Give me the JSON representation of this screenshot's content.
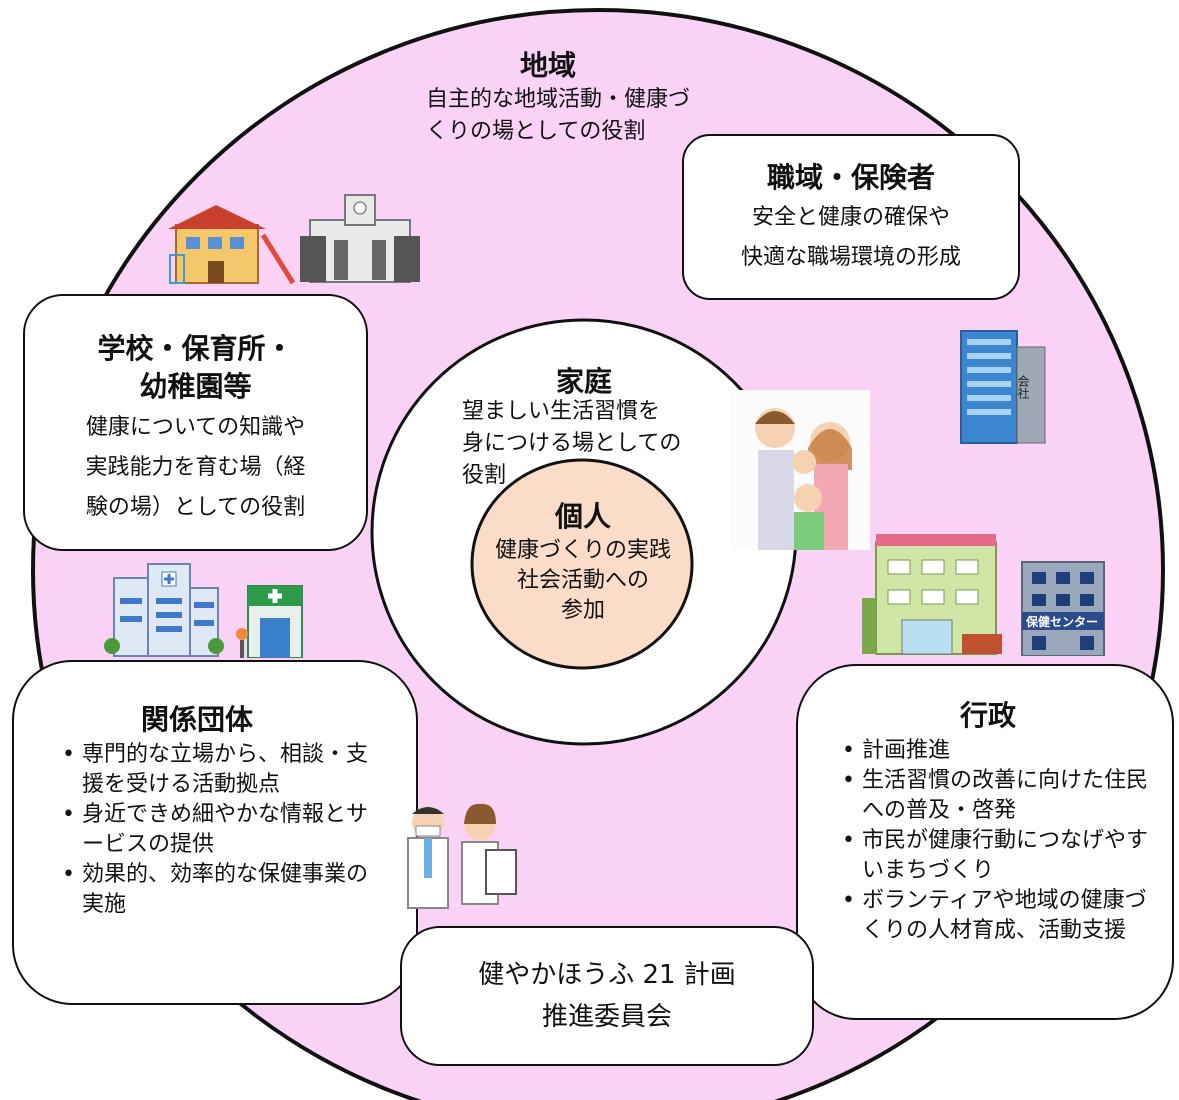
{
  "region": {
    "title": "地域",
    "description": "自主的な地域活動・健康づくりの場としての役割"
  },
  "workplace": {
    "title": "職域・保険者",
    "line1": "安全と健康の確保や",
    "line2": "快適な職場環境の形成"
  },
  "school": {
    "title_line1": "学校・保育所・",
    "title_line2": "幼稚園等",
    "line1": "健康についての知識や",
    "line2": "実践能力を育む場（経",
    "line3": "験の場）としての役割"
  },
  "family": {
    "title": "家庭",
    "line1": "望ましい生活習慣を",
    "line2": "身につける場としての",
    "line3": "役割"
  },
  "individual": {
    "title": "個人",
    "line1": "健康づくりの実践",
    "line2": "社会活動への",
    "line3": "参加"
  },
  "organizations": {
    "title": "関係団体",
    "items": [
      "専門的な立場から、相談・支援を受ける活動拠点",
      "身近できめ細やかな情報とサービスの提供",
      "効果的、効率的な保健事業の実施"
    ]
  },
  "government": {
    "title": "行政",
    "items": [
      "計画推進",
      "生活習慣の改善に向けた住民への普及・啓発",
      "市民が健康行動につなげやすいまちづくり",
      "ボランティアや地域の健康づくりの人材育成、活動支援"
    ]
  },
  "committee": {
    "line1": "健やかほうふ 21 計画",
    "line2": "推進委員会"
  },
  "icons": {
    "kindergarten": "kindergarten-illustration",
    "school_building": "school-building-illustration",
    "office_building": "office-building-illustration",
    "family": "family-illustration",
    "hospital": "hospital-illustration",
    "pharmacy": "pharmacy-illustration",
    "city_hall": "city-hall-illustration",
    "health_center": "health-center-illustration",
    "health_center_sign": "保健センター",
    "office_sign": "会社",
    "doctor": "doctor-illustration",
    "nurse": "nurse-illustration"
  },
  "colors": {
    "outer_circle": "#f9d2f6",
    "inner_circle": "#ffffff",
    "individual_circle": "#fbdcc9",
    "border": "#111111"
  }
}
